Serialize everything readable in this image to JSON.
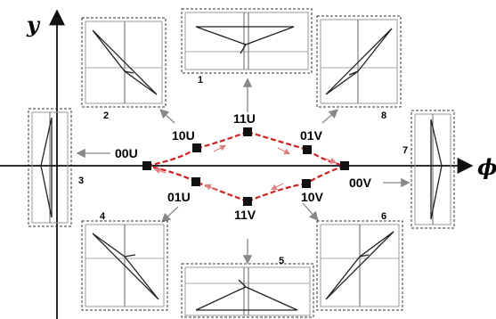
{
  "axes": {
    "x_label": "ϕ",
    "y_label": "y"
  },
  "states": [
    {
      "id": "00U",
      "label": "00U"
    },
    {
      "id": "10U",
      "label": "10U"
    },
    {
      "id": "11U",
      "label": "11U"
    },
    {
      "id": "01V",
      "label": "01V"
    },
    {
      "id": "00V",
      "label": "00V"
    },
    {
      "id": "10V",
      "label": "10V"
    },
    {
      "id": "11V",
      "label": "11V"
    },
    {
      "id": "01U",
      "label": "01U"
    }
  ],
  "panels": [
    {
      "number": "1"
    },
    {
      "number": "2"
    },
    {
      "number": "3"
    },
    {
      "number": "4"
    },
    {
      "number": "5"
    },
    {
      "number": "6"
    },
    {
      "number": "7"
    },
    {
      "number": "8"
    }
  ],
  "colors": {
    "path": "#cc2222",
    "node": "#111111",
    "arrow_gray": "#888888",
    "panel_border": "#333333"
  }
}
